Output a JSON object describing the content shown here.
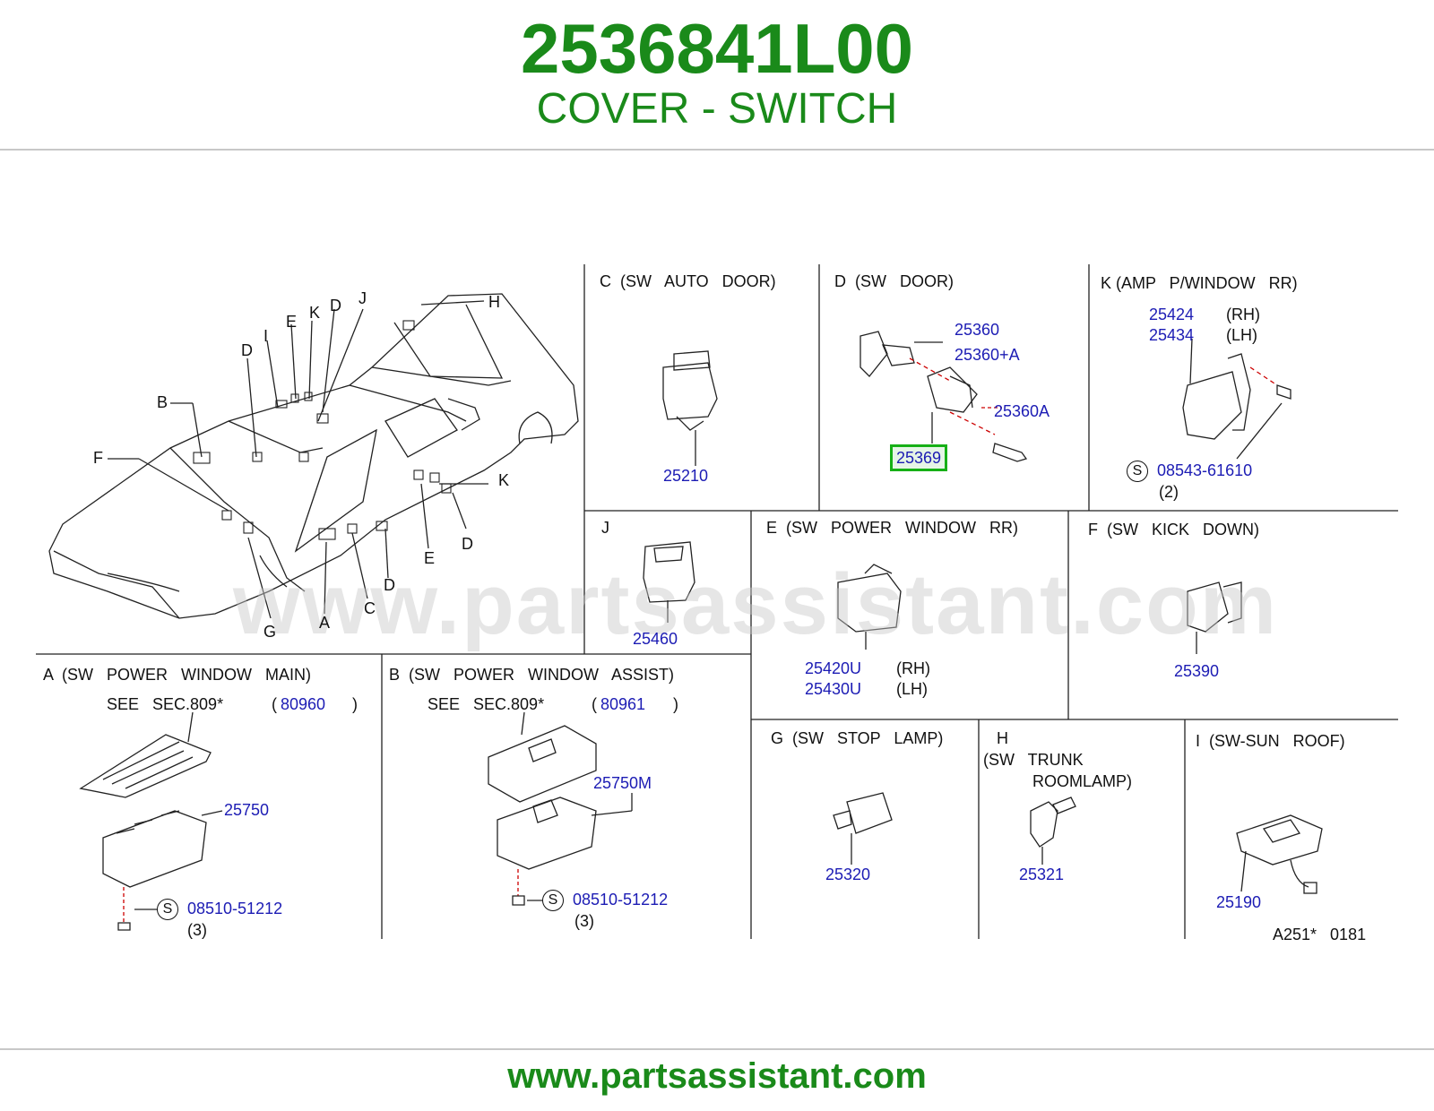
{
  "header": {
    "part_number": "2536841L00",
    "part_name": "COVER - SWITCH"
  },
  "footer": {
    "url": "www.partsassistant.com"
  },
  "watermark": "www.partsassistant.com",
  "car_letters": [
    "H",
    "J",
    "D",
    "K",
    "E",
    "I",
    "D",
    "B",
    "F",
    "K",
    "D",
    "E",
    "D",
    "C",
    "A",
    "G"
  ],
  "sections": {
    "C": {
      "title": "C  (SW   AUTO   DOOR)",
      "parts": [
        "25210"
      ]
    },
    "D": {
      "title": "D  (SW   DOOR)",
      "parts": [
        "25360",
        "25360+A",
        "25360A",
        "25369"
      ]
    },
    "K": {
      "title": "K (AMP   P/WINDOW   RR)",
      "parts": [
        "25424",
        "25434",
        "08543-61610"
      ],
      "notes": [
        "(RH)",
        "(LH)",
        "(2)"
      ]
    },
    "J": {
      "title": "J",
      "parts": [
        "25460"
      ]
    },
    "E": {
      "title": "E  (SW   POWER   WINDOW   RR)",
      "parts": [
        "25420U",
        "25430U"
      ],
      "notes": [
        "(RH)",
        "(LH)"
      ]
    },
    "F": {
      "title": "F  (SW   KICK   DOWN)",
      "parts": [
        "25390"
      ]
    },
    "A": {
      "title": "A  (SW   POWER   WINDOW   MAIN)",
      "see": "SEE   SEC.809*",
      "see_ref": "80960",
      "parts": [
        "25750",
        "08510-51212"
      ],
      "notes": [
        "(3)"
      ]
    },
    "B": {
      "title": "B  (SW   POWER   WINDOW   ASSIST)",
      "see": "SEE   SEC.809*",
      "see_ref": "80961",
      "parts": [
        "25750M",
        "08510-51212"
      ],
      "notes": [
        "(3)"
      ]
    },
    "G": {
      "title": "G  (SW   STOP   LAMP)",
      "parts": [
        "25320"
      ]
    },
    "H": {
      "title_1": "H",
      "title_2": "(SW   TRUNK",
      "title_3": "ROOMLAMP)",
      "parts": [
        "25321"
      ]
    },
    "I": {
      "title": "I  (SW-SUN   ROOF)",
      "parts": [
        "25190"
      ],
      "ref": "A251*   0181"
    }
  },
  "s_symbol": "S",
  "paren_close": ")",
  "highlight_part": "25369",
  "colors": {
    "brand_green": "#1a8a1a",
    "part_blue": "#1c1cb4",
    "highlight_border": "#16b016"
  }
}
